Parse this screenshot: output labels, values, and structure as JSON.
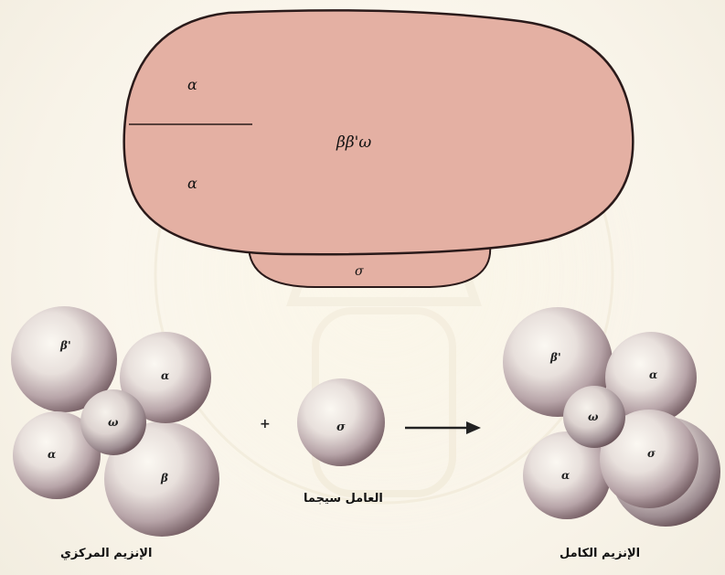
{
  "top_diagram": {
    "labels": {
      "alpha_top": "α",
      "alpha_bottom": "α",
      "center": "ββ'ω",
      "sigma": "σ"
    },
    "colors": {
      "body_fill": "#e4b0a3",
      "body_stroke": "#2a1a1a"
    }
  },
  "bottom_diagram": {
    "core_enzyme": {
      "subunits": [
        "β'",
        "α",
        "ω",
        "α",
        "β"
      ],
      "caption": "الإنزيم المركزي"
    },
    "plus": "+",
    "sigma_factor": {
      "label": "σ",
      "caption": "العامل سيجما"
    },
    "holoenzyme": {
      "subunits": [
        "β'",
        "α",
        "ω",
        "σ",
        "α"
      ],
      "caption": "الإنزيم الكامل"
    }
  }
}
